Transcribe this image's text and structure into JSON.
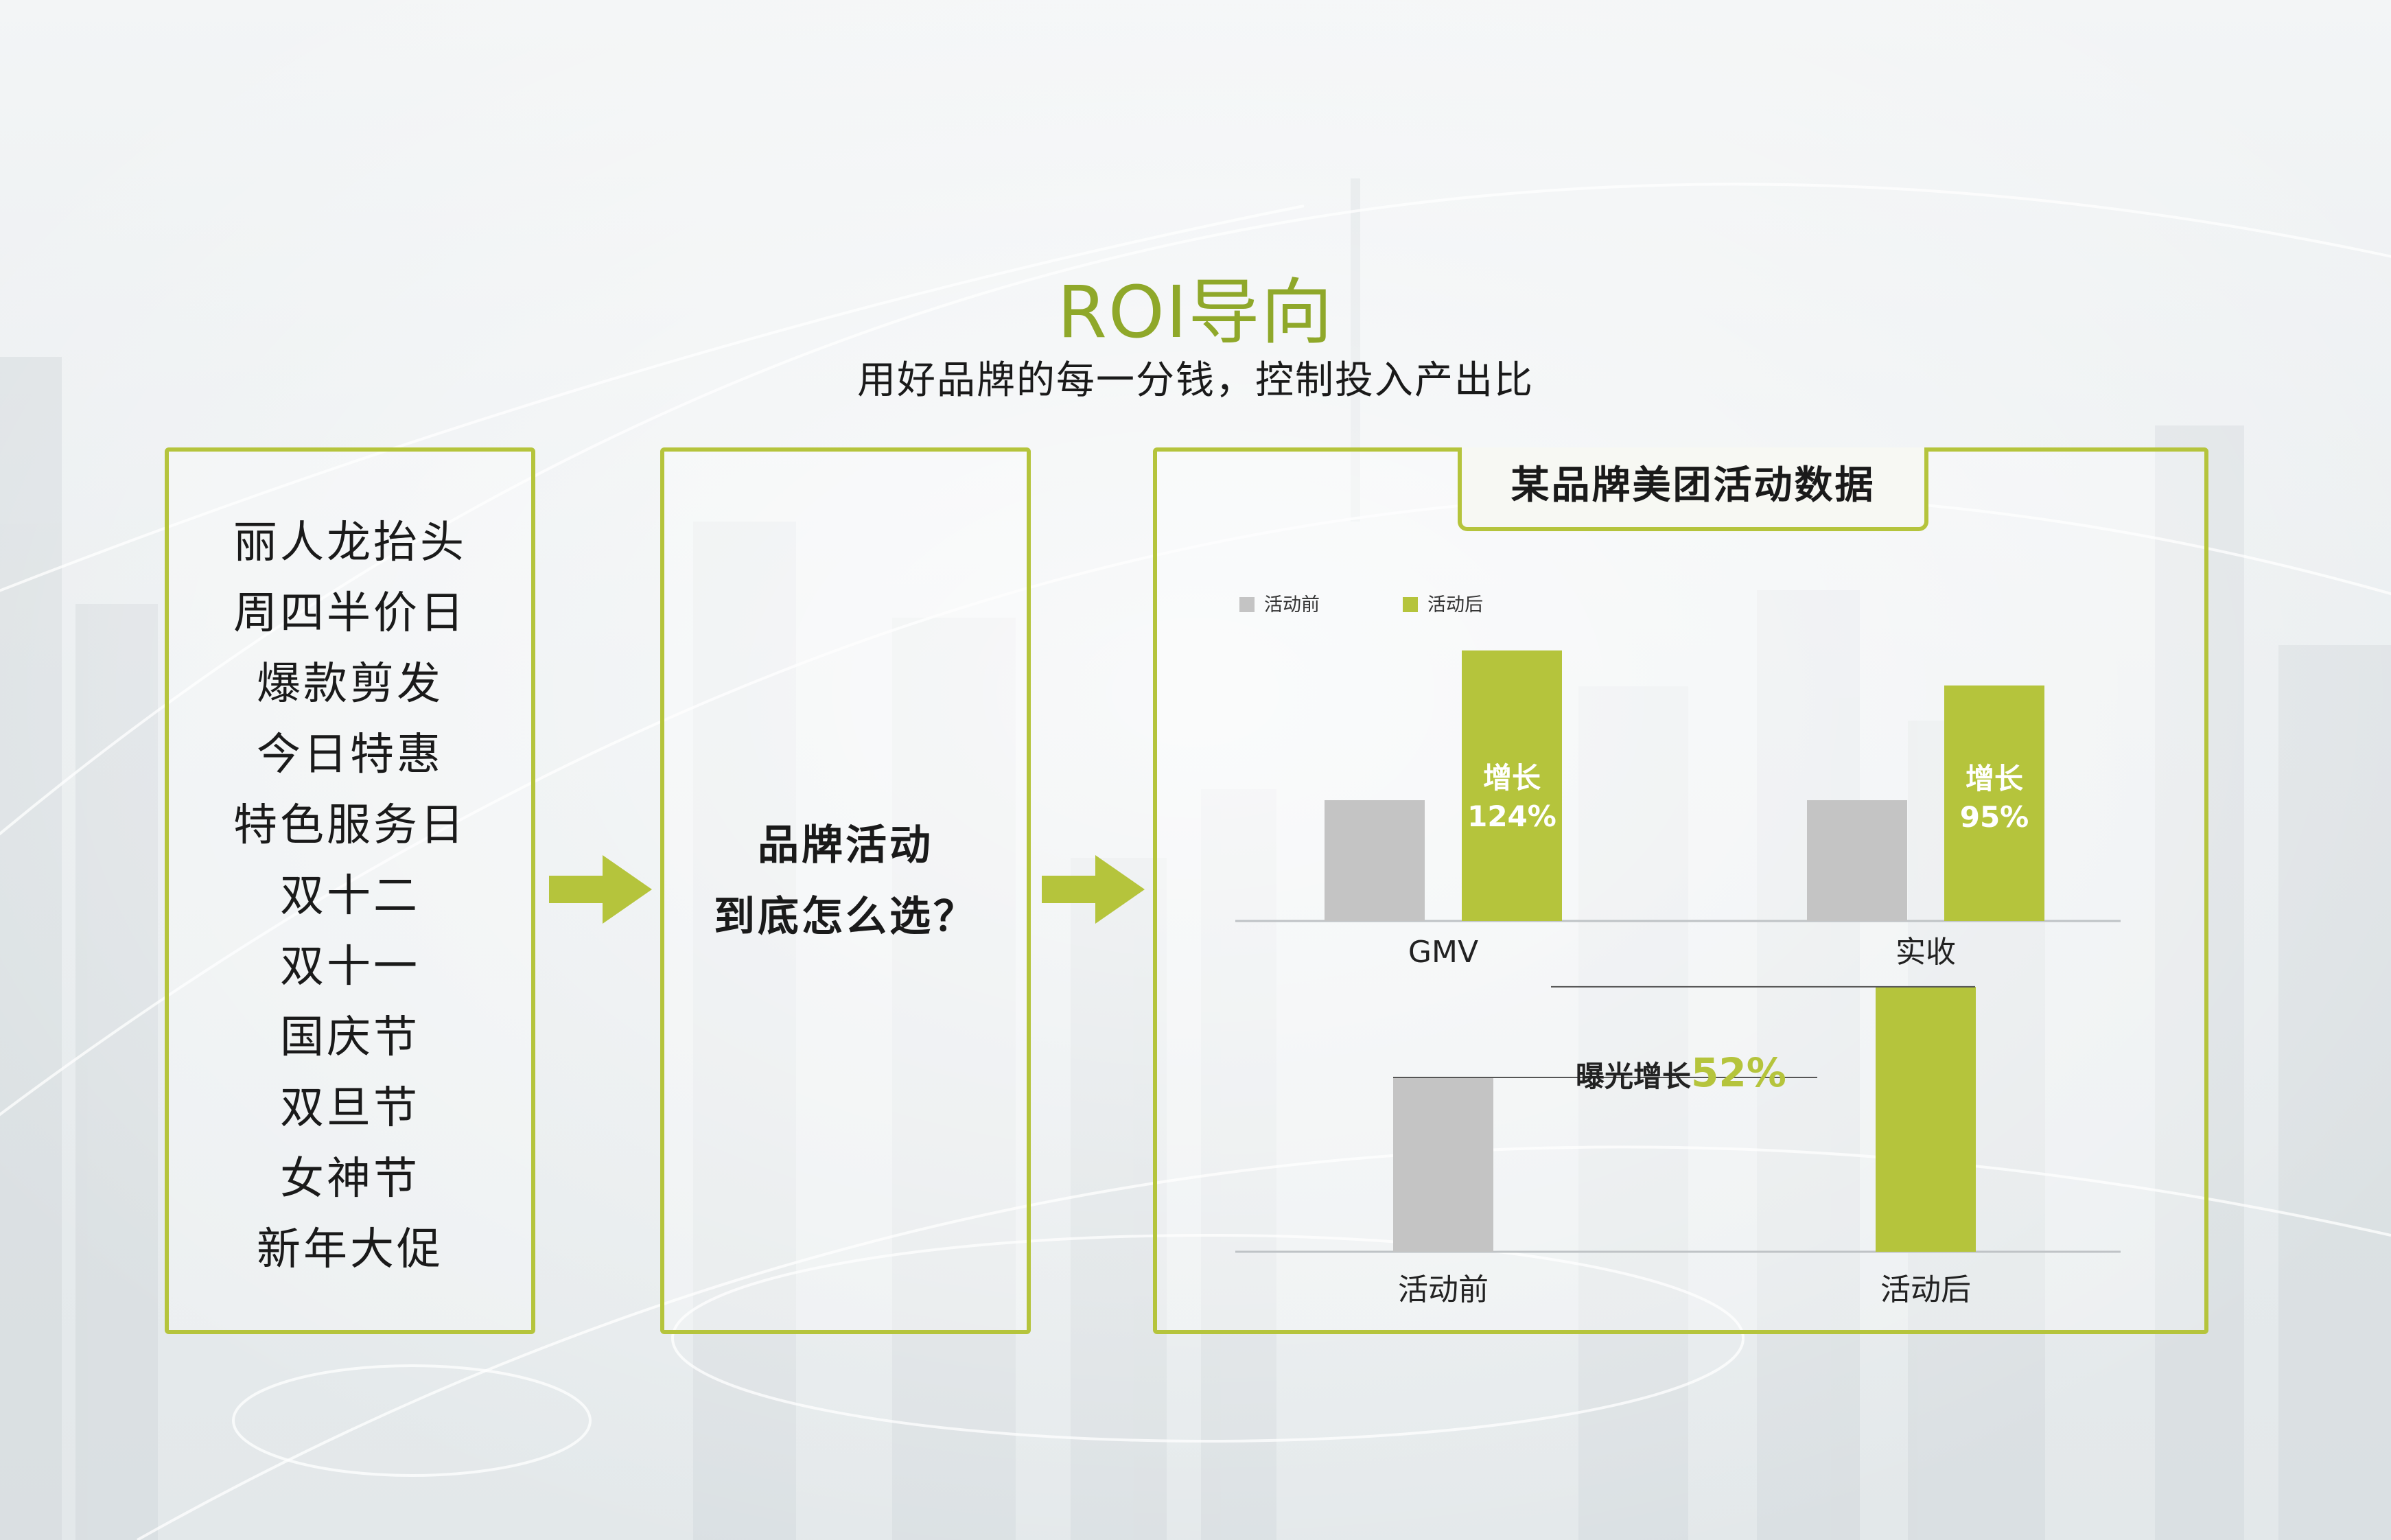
{
  "header": {
    "title": "ROI导向",
    "subtitle": "用好品牌的每一分钱，控制投入产出比"
  },
  "left_panel": {
    "items": [
      "丽人龙抬头",
      "周四半价日",
      "爆款剪发",
      "今日特惠",
      "特色服务日",
      "双十二",
      "双十一",
      "国庆节",
      "双旦节",
      "女神节",
      "新年大促"
    ]
  },
  "middle_panel": {
    "line1": "品牌活动",
    "line2": "到底怎么选？"
  },
  "right_panel": {
    "tab_title": "某品牌美团活动数据"
  },
  "colors": {
    "accent": "#b5c43c",
    "before": "#c4c4c4",
    "title_green": "#8fa82a",
    "label_white": "#ffffff"
  },
  "chart_data": [
    {
      "type": "bar",
      "legend": [
        "活动前",
        "活动后"
      ],
      "legend_position": "top-left",
      "categories": [
        "GMV",
        "实收"
      ],
      "series": [
        {
          "name": "活动前",
          "values": [
            100,
            100
          ]
        },
        {
          "name": "活动后",
          "values": [
            224,
            195
          ]
        }
      ],
      "annotations": [
        {
          "category": "GMV",
          "line1": "增长",
          "line2": "124%"
        },
        {
          "category": "实收",
          "line1": "增长",
          "line2": "95%"
        }
      ],
      "grid": false
    },
    {
      "type": "bar",
      "categories": [
        "活动前",
        "活动后"
      ],
      "values": [
        100,
        152
      ],
      "annotation": {
        "prefix": "曝光增长",
        "value": "52%"
      },
      "grid": false
    }
  ]
}
